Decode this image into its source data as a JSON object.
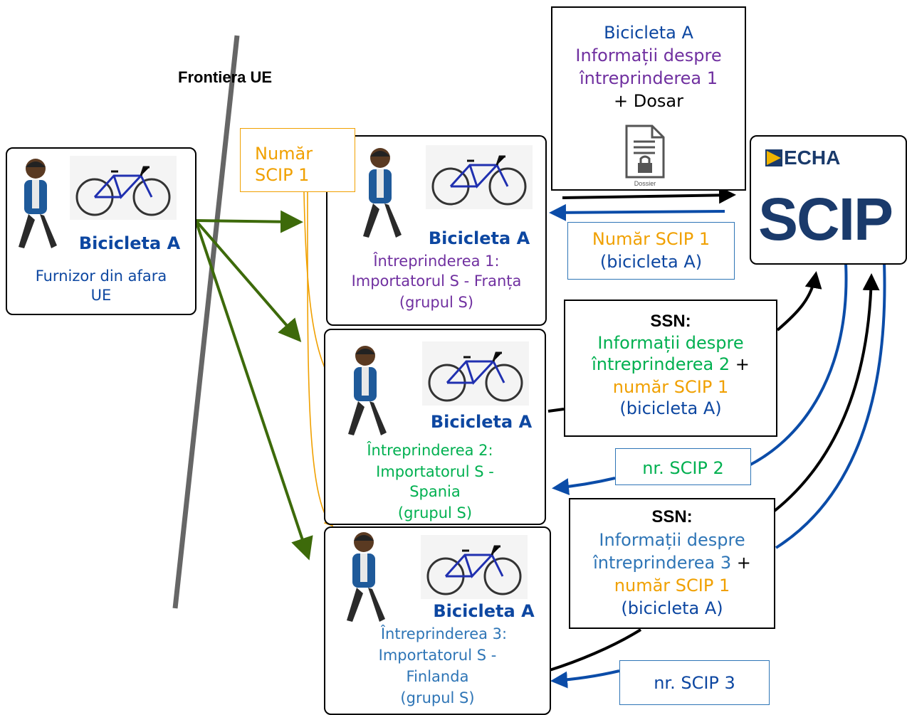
{
  "border_label": "Frontiera UE",
  "supplier": {
    "product": "Bicicleta A",
    "lines": [
      "Furnizor din afara",
      "UE"
    ]
  },
  "scip_number_note": [
    "Număr",
    "SCIP 1"
  ],
  "importer1": {
    "product": "Bicicleta A",
    "lines": [
      "Întreprinderea 1:",
      "Importatorul S - Franța",
      "(grupul S)"
    ]
  },
  "importer2": {
    "product": "Bicicleta A",
    "lines": [
      "Întreprinderea 2:",
      "Importatorul S -",
      "Spania",
      "(grupul S)"
    ]
  },
  "importer3": {
    "product": "Bicicleta A",
    "lines": [
      "Întreprinderea 3:",
      "Importatorul S -",
      "Finlanda",
      "(grupul S)"
    ]
  },
  "submission": {
    "line1": "Bicicleta A",
    "line2": "Informații despre",
    "line3": "întreprinderea 1",
    "line4": "+ Dosar",
    "doc_label": "Dossier"
  },
  "echa": {
    "logo": "ECHA",
    "scip": "SCIP"
  },
  "reply1": {
    "line1": "Număr SCIP 1",
    "line2": "(bicicleta A)"
  },
  "ssn2": {
    "title": "SSN:",
    "line1": "Informații despre",
    "line2a": "întreprinderea 2",
    "line2b": " +",
    "line3": "număr SCIP 1",
    "line4": "(bicicleta A)"
  },
  "reply2": "nr. SCIP 2",
  "ssn3": {
    "title": "SSN:",
    "line1": "Informații despre",
    "line2a": "întreprinderea 3",
    "line2b": " +",
    "line3": "număr SCIP 1",
    "line4": "(bicicleta A)"
  },
  "reply3": "nr. SCIP 3",
  "colors": {
    "product_blue": "#0d47a1",
    "purple": "#7030a0",
    "green": "#00b050",
    "light_blue": "#2e75b6",
    "orange": "#f0a000",
    "arrow_green": "#3d6a0a",
    "arrow_blue": "#0b4ca8"
  }
}
